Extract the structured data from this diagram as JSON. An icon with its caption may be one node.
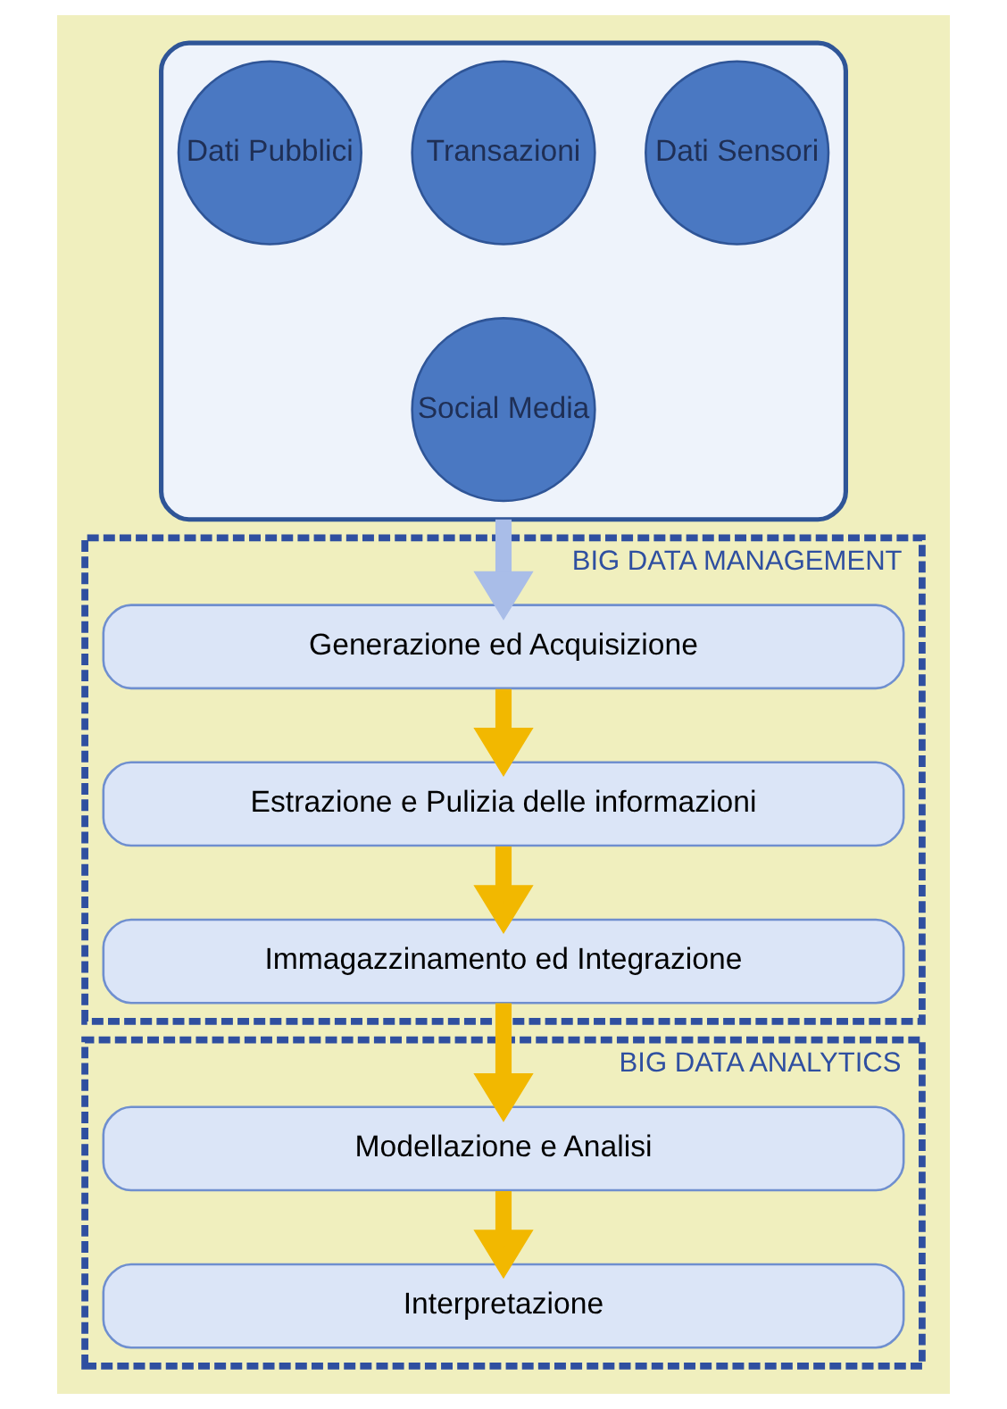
{
  "diagram": {
    "nodes": [
      {
        "text": [],
        "shape": "funnel"
      },
      {
        "text": [
          "Dati Sensori"
        ],
        "in": 0
      },
      {
        "text": [
          "Transazioni"
        ],
        "in": 0
      },
      {
        "text": [
          "Dati Pubblici"
        ],
        "in": 0
      },
      {
        "text": [
          "Social Media"
        ],
        "in": 0
      },
      {
        "text": [
          "BIG DATA MANAGEMENT"
        ]
      },
      {
        "text": [
          "Generazione ed Acquisizione"
        ],
        "in": 5
      },
      {
        "text": [
          "Estrazione e Pulizia delle informazioni"
        ],
        "in": 5
      },
      {
        "text": [
          "Immagazzinamento ed Integrazione"
        ],
        "in": 5
      },
      {
        "text": [
          "BIG DATA ANALYTICS"
        ]
      },
      {
        "text": [
          "Modellazione e Analisi"
        ],
        "in": 9
      },
      {
        "text": [
          "Interpretazione"
        ],
        "in": 9
      }
    ],
    "edges": [
      {
        "from": 0,
        "to": 6,
        "arrow": "to",
        "color": "#a9bde8"
      },
      {
        "from": 6,
        "to": 7,
        "arrow": "to"
      },
      {
        "from": 7,
        "to": 8,
        "arrow": "to"
      },
      {
        "from": 8,
        "to": 10,
        "arrow": "to"
      },
      {
        "from": 10,
        "to": 11,
        "arrow": "to"
      }
    ]
  }
}
